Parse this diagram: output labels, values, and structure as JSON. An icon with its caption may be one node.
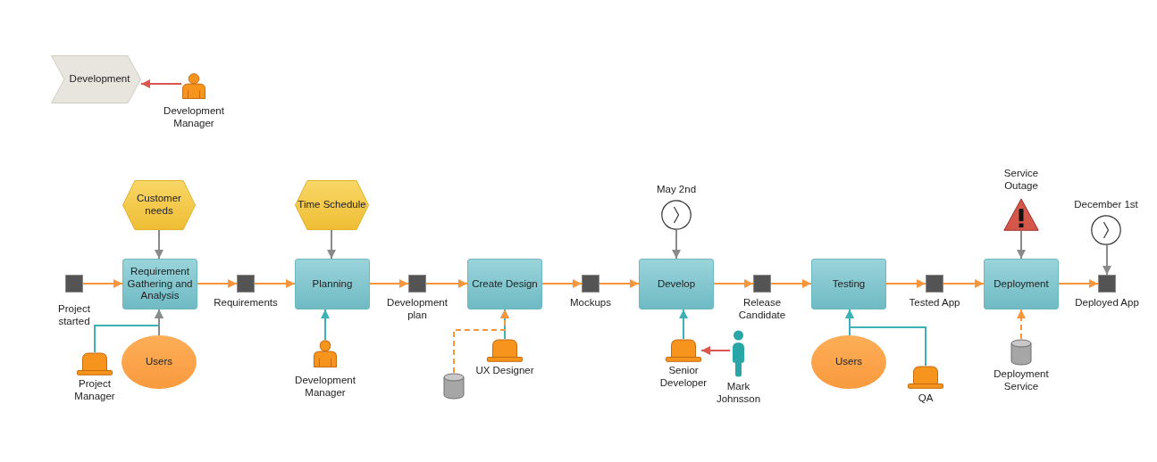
{
  "diagram": {
    "nodes": [
      {
        "text": [
          "Development"
        ]
      },
      {
        "text": [
          "Development Manager"
        ]
      },
      {
        "text": [
          "Customer needs"
        ]
      },
      {
        "text": [
          "Time Schedule"
        ]
      },
      {
        "text": [
          "May 2nd"
        ]
      },
      {
        "text": [
          "Service Outage"
        ]
      },
      {
        "text": [
          "December 1st"
        ]
      },
      {
        "text": [
          "Project started"
        ]
      },
      {
        "text": [
          "Requirement Gathering and Analysis"
        ]
      },
      {
        "text": [
          "Requirements"
        ]
      },
      {
        "text": [
          "Planning"
        ]
      },
      {
        "text": [
          "Development plan"
        ]
      },
      {
        "text": [
          "Create Design"
        ]
      },
      {
        "text": [
          "Mockups"
        ]
      },
      {
        "text": [
          "Develop"
        ]
      },
      {
        "text": [
          "Release Candidate"
        ]
      },
      {
        "text": [
          "Testing"
        ]
      },
      {
        "text": [
          "Tested App"
        ]
      },
      {
        "text": [
          "Deployment"
        ]
      },
      {
        "text": [
          "Deployed App"
        ]
      },
      {
        "text": [
          "Project Manager"
        ]
      },
      {
        "text": [
          "Users"
        ]
      },
      {
        "text": [
          "Development Manager"
        ]
      },
      {
        "text": [
          "UX Designer"
        ]
      },
      {
        "text": [],
        "shape": "cylinder"
      },
      {
        "text": [
          "Senior Developer"
        ]
      },
      {
        "text": [
          "Mark Johnsson"
        ]
      },
      {
        "text": [
          "Users"
        ]
      },
      {
        "text": [
          "QA"
        ]
      },
      {
        "text": [
          "Deployment Service"
        ]
      }
    ],
    "edges": [
      {
        "from": 1,
        "to": 0,
        "arrow": "to",
        "color": "#d9574e"
      },
      {
        "from": 7,
        "to": 8,
        "arrow": "to"
      },
      {
        "from": 8,
        "to": 9,
        "arrow": "to"
      },
      {
        "from": 9,
        "to": 10,
        "arrow": "to"
      },
      {
        "from": 10,
        "to": 11,
        "arrow": "to"
      },
      {
        "from": 11,
        "to": 12,
        "arrow": "to"
      },
      {
        "from": 12,
        "to": 13,
        "arrow": "to"
      },
      {
        "from": 13,
        "to": 14,
        "arrow": "to"
      },
      {
        "from": 14,
        "to": 15,
        "arrow": "to"
      },
      {
        "from": 15,
        "to": 16,
        "arrow": "to"
      },
      {
        "from": 16,
        "to": 17,
        "arrow": "to"
      },
      {
        "from": 17,
        "to": 18,
        "arrow": "to"
      },
      {
        "from": 18,
        "to": 19,
        "arrow": "to"
      },
      {
        "from": 2,
        "to": 8,
        "arrow": "to",
        "color": "#8a8a8a"
      },
      {
        "from": 3,
        "to": 10,
        "arrow": "to",
        "color": "#8a8a8a"
      },
      {
        "from": 4,
        "to": 14,
        "arrow": "to",
        "color": "#8a8a8a"
      },
      {
        "from": 5,
        "to": 18,
        "arrow": "to",
        "color": "#8a8a8a"
      },
      {
        "from": 6,
        "to": 19,
        "arrow": "to",
        "color": "#8a8a8a"
      },
      {
        "from": 20,
        "to": 8,
        "arrow": "to",
        "color": "#3db1b6"
      },
      {
        "from": 21,
        "to": 8,
        "arrow": "to",
        "color": "#8a8a8a"
      },
      {
        "from": 22,
        "to": 10,
        "arrow": "to",
        "color": "#3db1b6"
      },
      {
        "from": 23,
        "to": 12,
        "arrow": "to",
        "color": "#3db1b6"
      },
      {
        "from": 24,
        "to": 12,
        "arrow": "to",
        "style": "dashed"
      },
      {
        "from": 25,
        "to": 14,
        "arrow": "to",
        "color": "#3db1b6"
      },
      {
        "from": 26,
        "to": 25,
        "arrow": "to",
        "color": "#d9574e"
      },
      {
        "from": 27,
        "to": 16,
        "arrow": "to",
        "color": "#3db1b6"
      },
      {
        "from": 28,
        "to": 16,
        "arrow": "to",
        "color": "#3db1b6"
      },
      {
        "from": 29,
        "to": 18,
        "arrow": "to",
        "style": "dashed"
      }
    ]
  }
}
